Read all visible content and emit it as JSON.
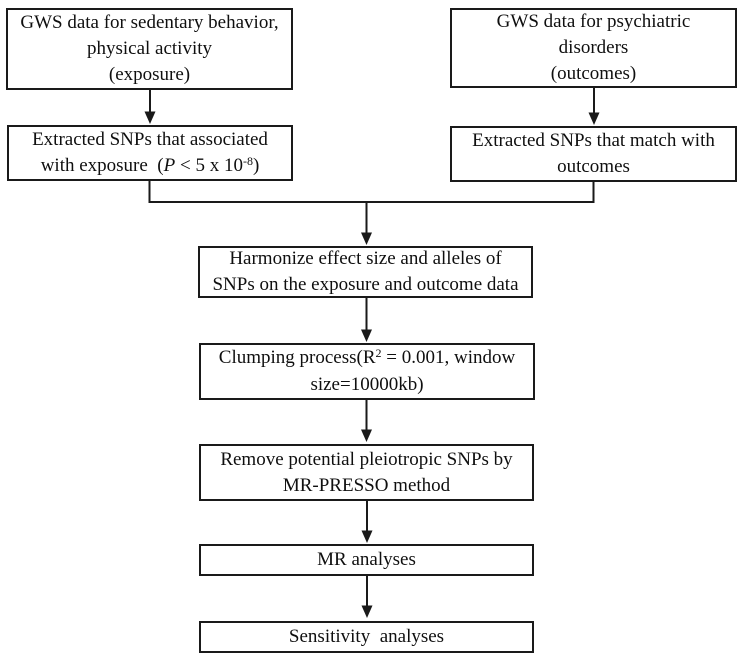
{
  "figure": {
    "background": "#ffffff",
    "line_color": "#1a1a1a",
    "text_color": "#0f0f0f"
  },
  "boxes": {
    "gws_exposure": {
      "lines": [
        "GWS data for sedentary behavior,",
        "physical activity",
        "(exposure)"
      ]
    },
    "gws_outcomes": {
      "lines": [
        "GWS data for psychiatric",
        "disorders",
        "(outcomes)"
      ]
    },
    "extract_exposure": {
      "line1": "Extracted SNPs that associated",
      "line2_prefix": "with exposure  (",
      "line2_italic": "P",
      "line2_mid": " < 5 x 10",
      "line2_sup": "-8",
      "line2_suffix": ")"
    },
    "extract_outcomes": {
      "lines": [
        "Extracted SNPs that match with",
        "outcomes"
      ]
    },
    "harmonize": {
      "lines": [
        "Harmonize effect size and alleles of",
        "SNPs on the exposure and outcome data"
      ]
    },
    "clumping": {
      "line1_prefix": "Clumping process(R",
      "line1_sup": "2",
      "line1_mid": " = 0.001, window",
      "line2": "size=10000kb)"
    },
    "mr_presso": {
      "lines": [
        "Remove potential pleiotropic SNPs by",
        "MR-PRESSO method"
      ]
    },
    "mr_analyses": {
      "label": "MR analyses"
    },
    "sensitivity": {
      "label": "Sensitivity  analyses"
    }
  },
  "edges": [
    {
      "from": "gws_exposure",
      "to": "extract_exposure"
    },
    {
      "from": "gws_outcomes",
      "to": "extract_outcomes"
    },
    {
      "from": "extract_exposure",
      "to": "harmonize"
    },
    {
      "from": "extract_outcomes",
      "to": "harmonize"
    },
    {
      "from": "harmonize",
      "to": "clumping"
    },
    {
      "from": "clumping",
      "to": "mr_presso"
    },
    {
      "from": "mr_presso",
      "to": "mr_analyses"
    },
    {
      "from": "mr_analyses",
      "to": "sensitivity"
    }
  ]
}
